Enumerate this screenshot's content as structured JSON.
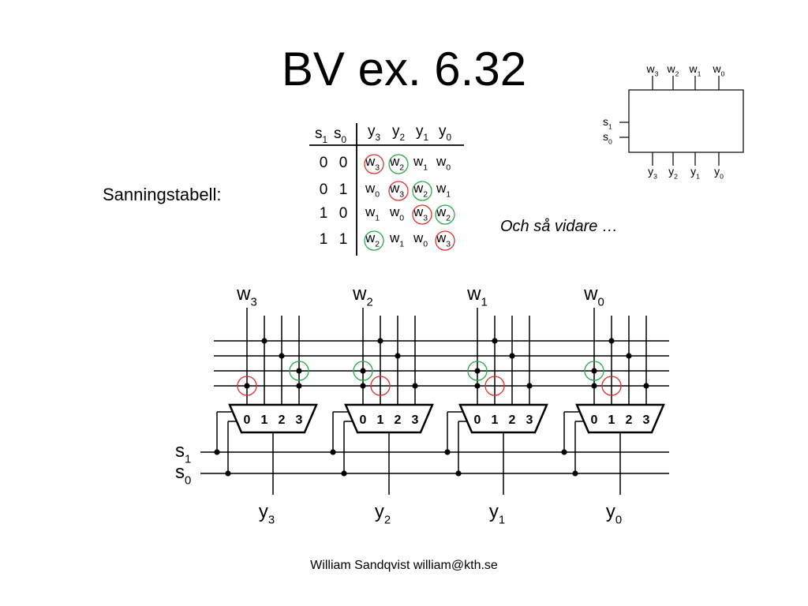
{
  "title": "BV ex. 6.32",
  "label": "Sanningstabell:",
  "note": "Och så vidare …",
  "footer": "William Sandqvist william@kth.se",
  "block": {
    "inputs": [
      {
        "b": "w",
        "s": "3"
      },
      {
        "b": "w",
        "s": "2"
      },
      {
        "b": "w",
        "s": "1"
      },
      {
        "b": "w",
        "s": "0"
      }
    ],
    "selects": [
      {
        "b": "s",
        "s": "1"
      },
      {
        "b": "s",
        "s": "0"
      }
    ],
    "outputs": [
      {
        "b": "y",
        "s": "3"
      },
      {
        "b": "y",
        "s": "2"
      },
      {
        "b": "y",
        "s": "1"
      },
      {
        "b": "y",
        "s": "0"
      }
    ]
  },
  "truth_table": {
    "header_select": [
      {
        "b": "s",
        "s": "1"
      },
      {
        "b": "s",
        "s": "0"
      }
    ],
    "header_out": [
      {
        "b": "y",
        "s": "3"
      },
      {
        "b": "y",
        "s": "2"
      },
      {
        "b": "y",
        "s": "1"
      },
      {
        "b": "y",
        "s": "0"
      }
    ],
    "rows": [
      {
        "sel": [
          "0",
          "0"
        ],
        "out": [
          {
            "b": "w",
            "s": "3",
            "mark": "red"
          },
          {
            "b": "w",
            "s": "2",
            "mark": "green"
          },
          {
            "b": "w",
            "s": "1",
            "mark": ""
          },
          {
            "b": "w",
            "s": "0",
            "mark": ""
          }
        ]
      },
      {
        "sel": [
          "0",
          "1"
        ],
        "out": [
          {
            "b": "w",
            "s": "0",
            "mark": ""
          },
          {
            "b": "w",
            "s": "3",
            "mark": "red"
          },
          {
            "b": "w",
            "s": "2",
            "mark": "green"
          },
          {
            "b": "w",
            "s": "1",
            "mark": ""
          }
        ]
      },
      {
        "sel": [
          "1",
          "0"
        ],
        "out": [
          {
            "b": "w",
            "s": "1",
            "mark": ""
          },
          {
            "b": "w",
            "s": "0",
            "mark": ""
          },
          {
            "b": "w",
            "s": "3",
            "mark": "red"
          },
          {
            "b": "w",
            "s": "2",
            "mark": "green"
          }
        ]
      },
      {
        "sel": [
          "1",
          "1"
        ],
        "out": [
          {
            "b": "w",
            "s": "2",
            "mark": "green"
          },
          {
            "b": "w",
            "s": "1",
            "mark": ""
          },
          {
            "b": "w",
            "s": "0",
            "mark": ""
          },
          {
            "b": "w",
            "s": "3",
            "mark": "red"
          }
        ]
      }
    ]
  },
  "circuit": {
    "inputs": [
      {
        "b": "w",
        "s": "3"
      },
      {
        "b": "w",
        "s": "2"
      },
      {
        "b": "w",
        "s": "1"
      },
      {
        "b": "w",
        "s": "0"
      }
    ],
    "outputs": [
      {
        "b": "y",
        "s": "3"
      },
      {
        "b": "y",
        "s": "2"
      },
      {
        "b": "y",
        "s": "1"
      },
      {
        "b": "y",
        "s": "0"
      }
    ],
    "selects": [
      {
        "b": "s",
        "s": "1"
      },
      {
        "b": "s",
        "s": "0"
      }
    ],
    "mux_inputs": [
      "0",
      "1",
      "2",
      "3"
    ]
  },
  "colors": {
    "red": "#e03030",
    "green": "#2aa84a",
    "ink": "#000000"
  }
}
